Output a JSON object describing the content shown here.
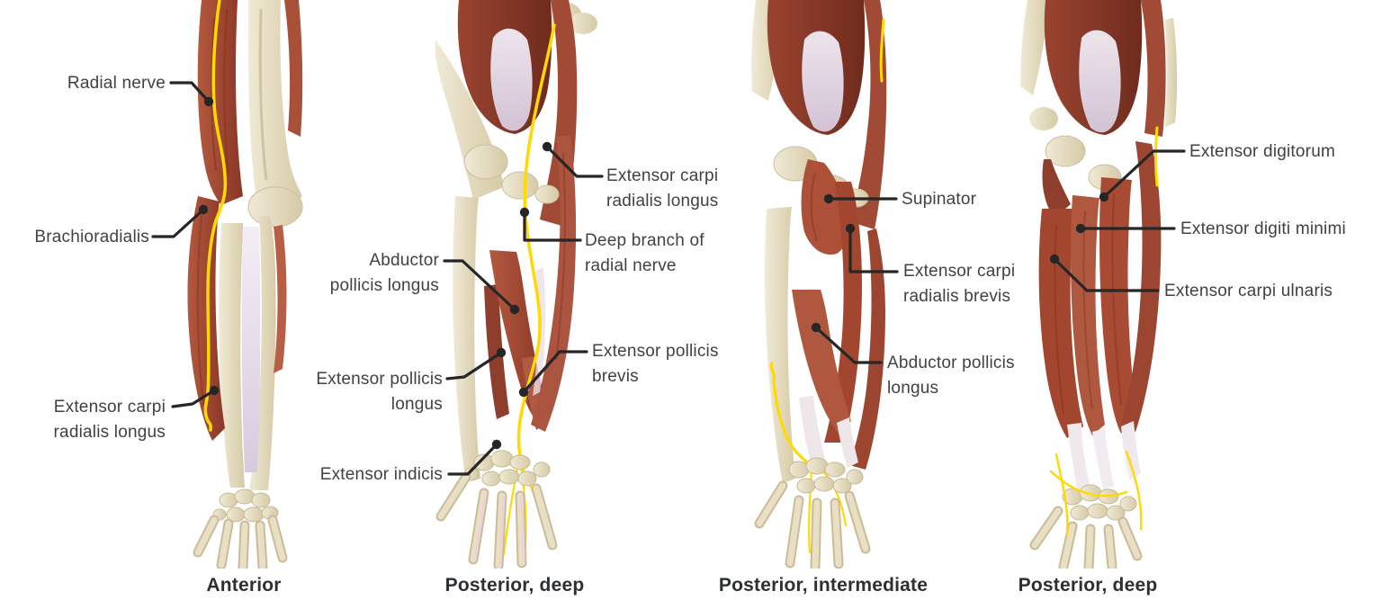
{
  "colors": {
    "background": "#ffffff",
    "muscle": "#a8503c",
    "muscle_dark": "#7e3326",
    "bone": "#e7dec6",
    "tendon": "#ddd3e4",
    "nerve_yellow": "#ffd900",
    "label_text": "#3f4245",
    "leader_line": "#262626"
  },
  "panels": [
    {
      "caption": "Anterior",
      "labels": [
        {
          "name": "radial-nerve",
          "text": "Radial nerve"
        },
        {
          "name": "brachioradialis",
          "text": "Brachioradialis"
        },
        {
          "name": "extensor-carpi-radialis-longus",
          "text": "Extensor carpi\nradialis longus"
        }
      ]
    },
    {
      "caption": "Posterior, deep",
      "labels": [
        {
          "name": "extensor-carpi-radialis-longus",
          "text": "Extensor carpi\nradialis longus"
        },
        {
          "name": "deep-branch-of-radial-nerve",
          "text": "Deep branch of\nradial nerve"
        },
        {
          "name": "abductor-pollicis-longus",
          "text": "Abductor\npollicis longus"
        },
        {
          "name": "extensor-pollicis-longus",
          "text": "Extensor pollicis\nlongus"
        },
        {
          "name": "extensor-indicis",
          "text": "Extensor indicis"
        },
        {
          "name": "extensor-pollicis-brevis",
          "text": "Extensor pollicis\nbrevis"
        }
      ]
    },
    {
      "caption": "Posterior, intermediate",
      "labels": [
        {
          "name": "supinator",
          "text": "Supinator"
        },
        {
          "name": "extensor-carpi-radialis-brevis",
          "text": "Extensor carpi\nradialis brevis"
        },
        {
          "name": "abductor-pollicis-longus",
          "text": "Abductor pollicis\nlongus"
        }
      ]
    },
    {
      "caption": "Posterior, deep",
      "labels": [
        {
          "name": "extensor-digitorum",
          "text": "Extensor digitorum"
        },
        {
          "name": "extensor-digiti-minimi",
          "text": "Extensor digiti minimi"
        },
        {
          "name": "extensor-carpi-ulnaris",
          "text": "Extensor carpi ulnaris"
        }
      ]
    }
  ]
}
